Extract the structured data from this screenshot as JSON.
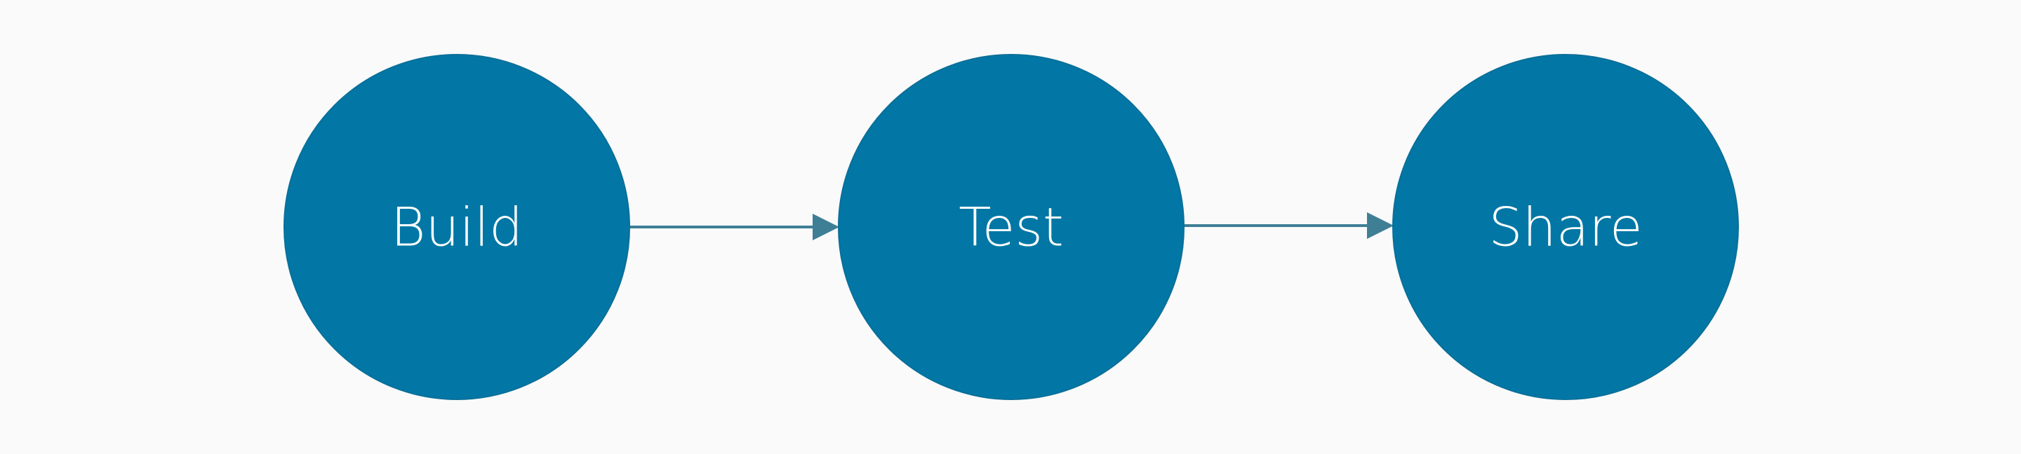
{
  "diagram": {
    "colors": {
      "background": "#fafafa",
      "node_fill": "#0277a5",
      "node_stroke": "#0a6f99",
      "node_text": "#ffffff",
      "arrow": "#3e7f96"
    },
    "nodes": [
      {
        "id": "build",
        "label": "Build"
      },
      {
        "id": "test",
        "label": "Test"
      },
      {
        "id": "share",
        "label": "Share"
      }
    ],
    "edges": [
      {
        "from": "build",
        "to": "test"
      },
      {
        "from": "test",
        "to": "share"
      }
    ]
  }
}
